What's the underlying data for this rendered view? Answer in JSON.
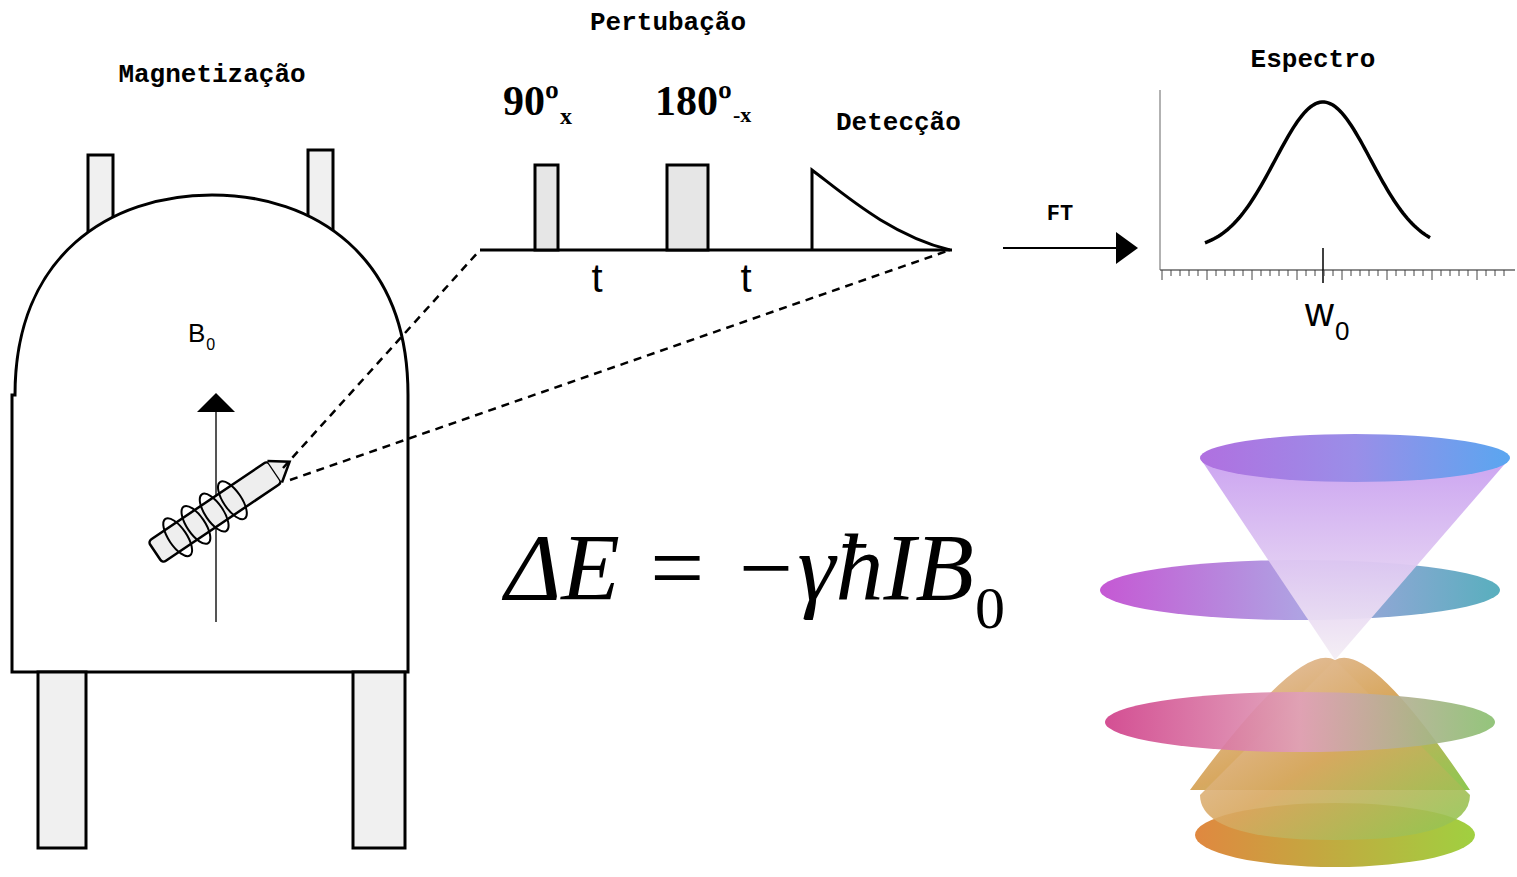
{
  "diagram": {
    "labels": [
      "Magnetização",
      "Pertubação",
      "90º",
      "x",
      "180º",
      "-x",
      "Detecção",
      "FT",
      "Espectro",
      "w",
      "0",
      "t",
      "t",
      "B",
      "0",
      "ΔE = −γħIB",
      "0"
    ]
  }
}
